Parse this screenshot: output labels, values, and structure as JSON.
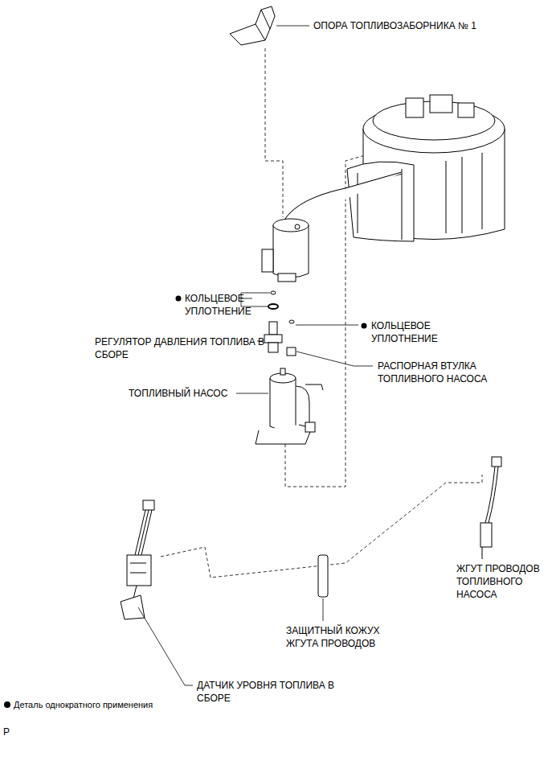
{
  "diagram": {
    "labels": [
      "ОПОРА ТОПЛИВОЗАБОРНИКА № 1",
      "КОЛЬЦЕВОЕ УПЛОТНЕНИЕ",
      "КОЛЬЦЕВОЕ УПЛОТНЕНИЕ",
      "РЕГУЛЯТОР ДАВЛЕНИЯ ТОПЛИВА В СБОРЕ",
      "РАСПОРНАЯ ВТУЛКА ТОПЛИВНОГО НАСОСА",
      "ТОПЛИВНЫЙ НАСОС",
      "ЖГУТ ПРОВОДОВ ТОПЛИВНОГО НАСОСА",
      "ЗАЩИТНЫЙ КОЖУХ ЖГУТА ПРОВОДОВ",
      "ДАТЧИК УРОВНЯ ТОПЛИВА В СБОРЕ",
      "P"
    ],
    "legend": [
      {
        "text": "Деталь однократного применения"
      }
    ]
  }
}
